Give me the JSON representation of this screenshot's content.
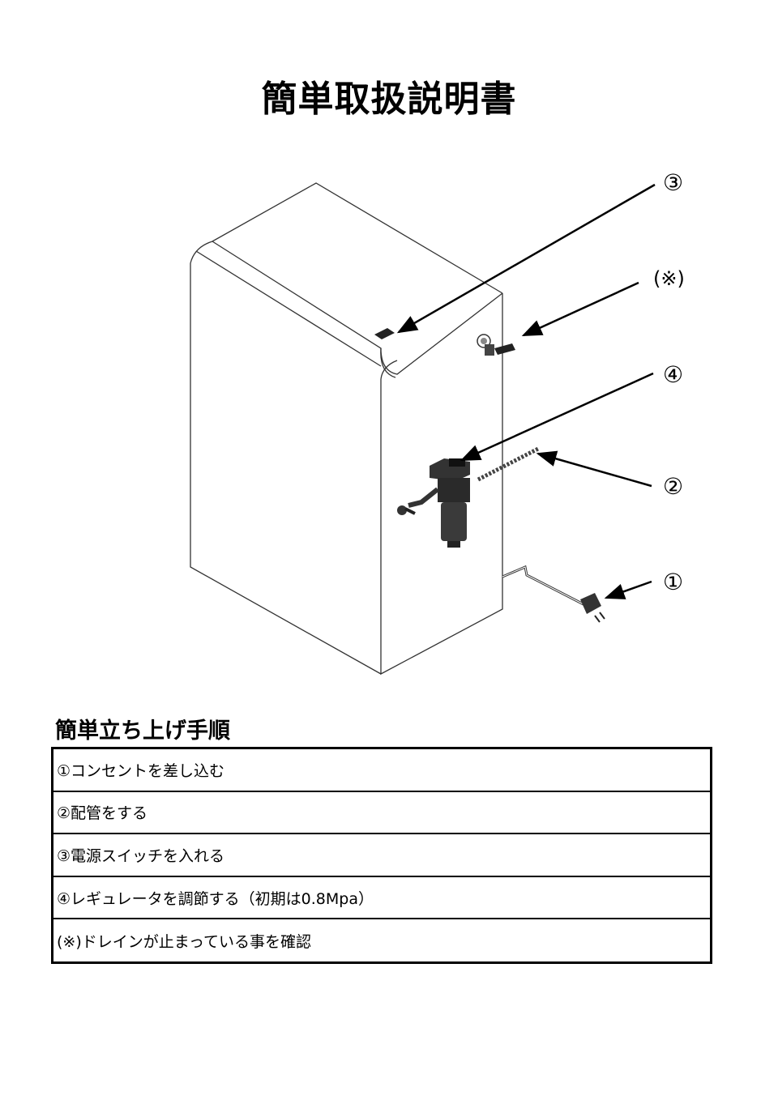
{
  "document": {
    "title": "簡単取扱説明書",
    "callouts": {
      "c3": "③",
      "cx": "(※)",
      "c4": "④",
      "c2": "②",
      "c1": "①"
    },
    "section_title": "簡単立ち上げ手順",
    "steps": [
      "①コンセントを差し込む",
      "②配管をする",
      "③電源スイッチを入れる",
      "④レギュレータを調節する（初期は0.8Mpa）",
      "(※)ドレインが止まっている事を確認"
    ]
  }
}
